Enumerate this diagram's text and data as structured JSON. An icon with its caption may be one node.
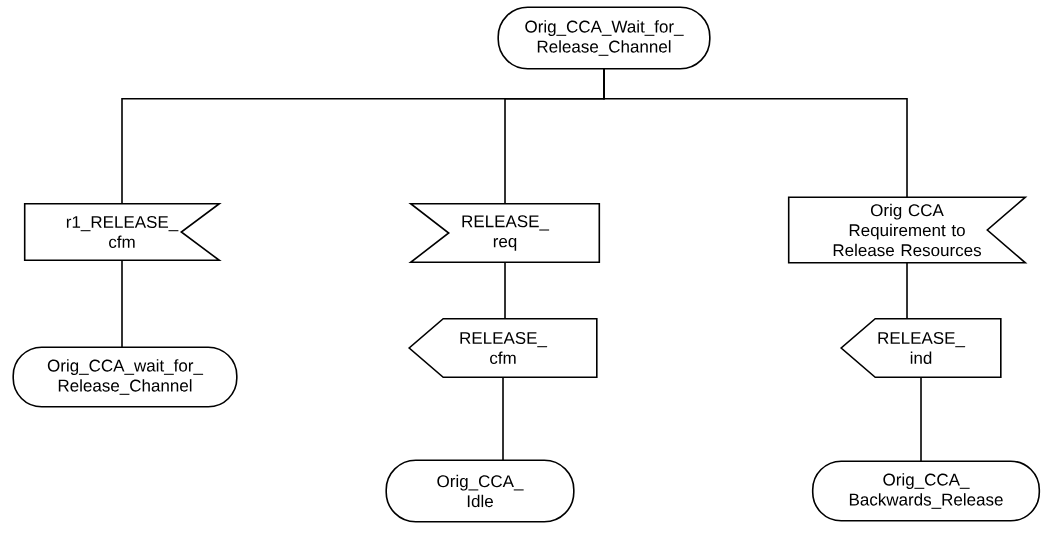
{
  "diagram": {
    "nodes": [
      {
        "text": [
          "Orig_CCA_Wait_for_ Release_Channel"
        ]
      },
      {
        "text": [
          "r1_RELEASE_ cfm"
        ]
      },
      {
        "text": [
          "RELEASE_ req"
        ]
      },
      {
        "text": [
          "Orig CCA Requirement to Release Resources"
        ]
      },
      {
        "text": [
          "Orig_CCA_wait_for_ Release_Channel"
        ]
      },
      {
        "text": [
          "RELEASE_ cfm"
        ]
      },
      {
        "text": [
          "Orig_CCA_ Idle"
        ]
      },
      {
        "text": [
          "RELEASE_ ind"
        ]
      },
      {
        "text": [
          "Orig_CCA_ Backwards_Release"
        ]
      }
    ],
    "edges": [
      {
        "from": 0,
        "to": 1,
        "arrow": "none"
      },
      {
        "from": 0,
        "to": 2,
        "arrow": "none"
      },
      {
        "from": 0,
        "to": 3,
        "arrow": "none"
      },
      {
        "from": 1,
        "to": 4,
        "arrow": "none"
      },
      {
        "from": 2,
        "to": 5,
        "arrow": "none"
      },
      {
        "from": 5,
        "to": 6,
        "arrow": "none"
      },
      {
        "from": 3,
        "to": 7,
        "arrow": "none"
      },
      {
        "from": 7,
        "to": 8,
        "arrow": "none"
      }
    ]
  }
}
